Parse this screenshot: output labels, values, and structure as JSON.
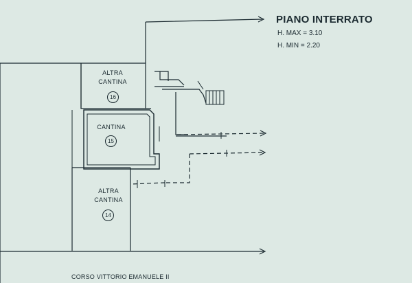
{
  "title": "PIANO INTERRATO",
  "height_max": "H. MAX = 3.10",
  "height_min": "H. MIN = 2.20",
  "rooms": [
    {
      "line1": "ALTRA",
      "line2": "CANTINA",
      "number": "16"
    },
    {
      "line1": "",
      "line2": "CANTINA",
      "number": "15"
    },
    {
      "line1": "ALTRA",
      "line2": "CANTINA",
      "number": "14"
    }
  ],
  "street": "CORSO VITTORIO EMANUELE II",
  "colors": {
    "paper": "#dde9e4",
    "ink": "#1b2a30"
  }
}
